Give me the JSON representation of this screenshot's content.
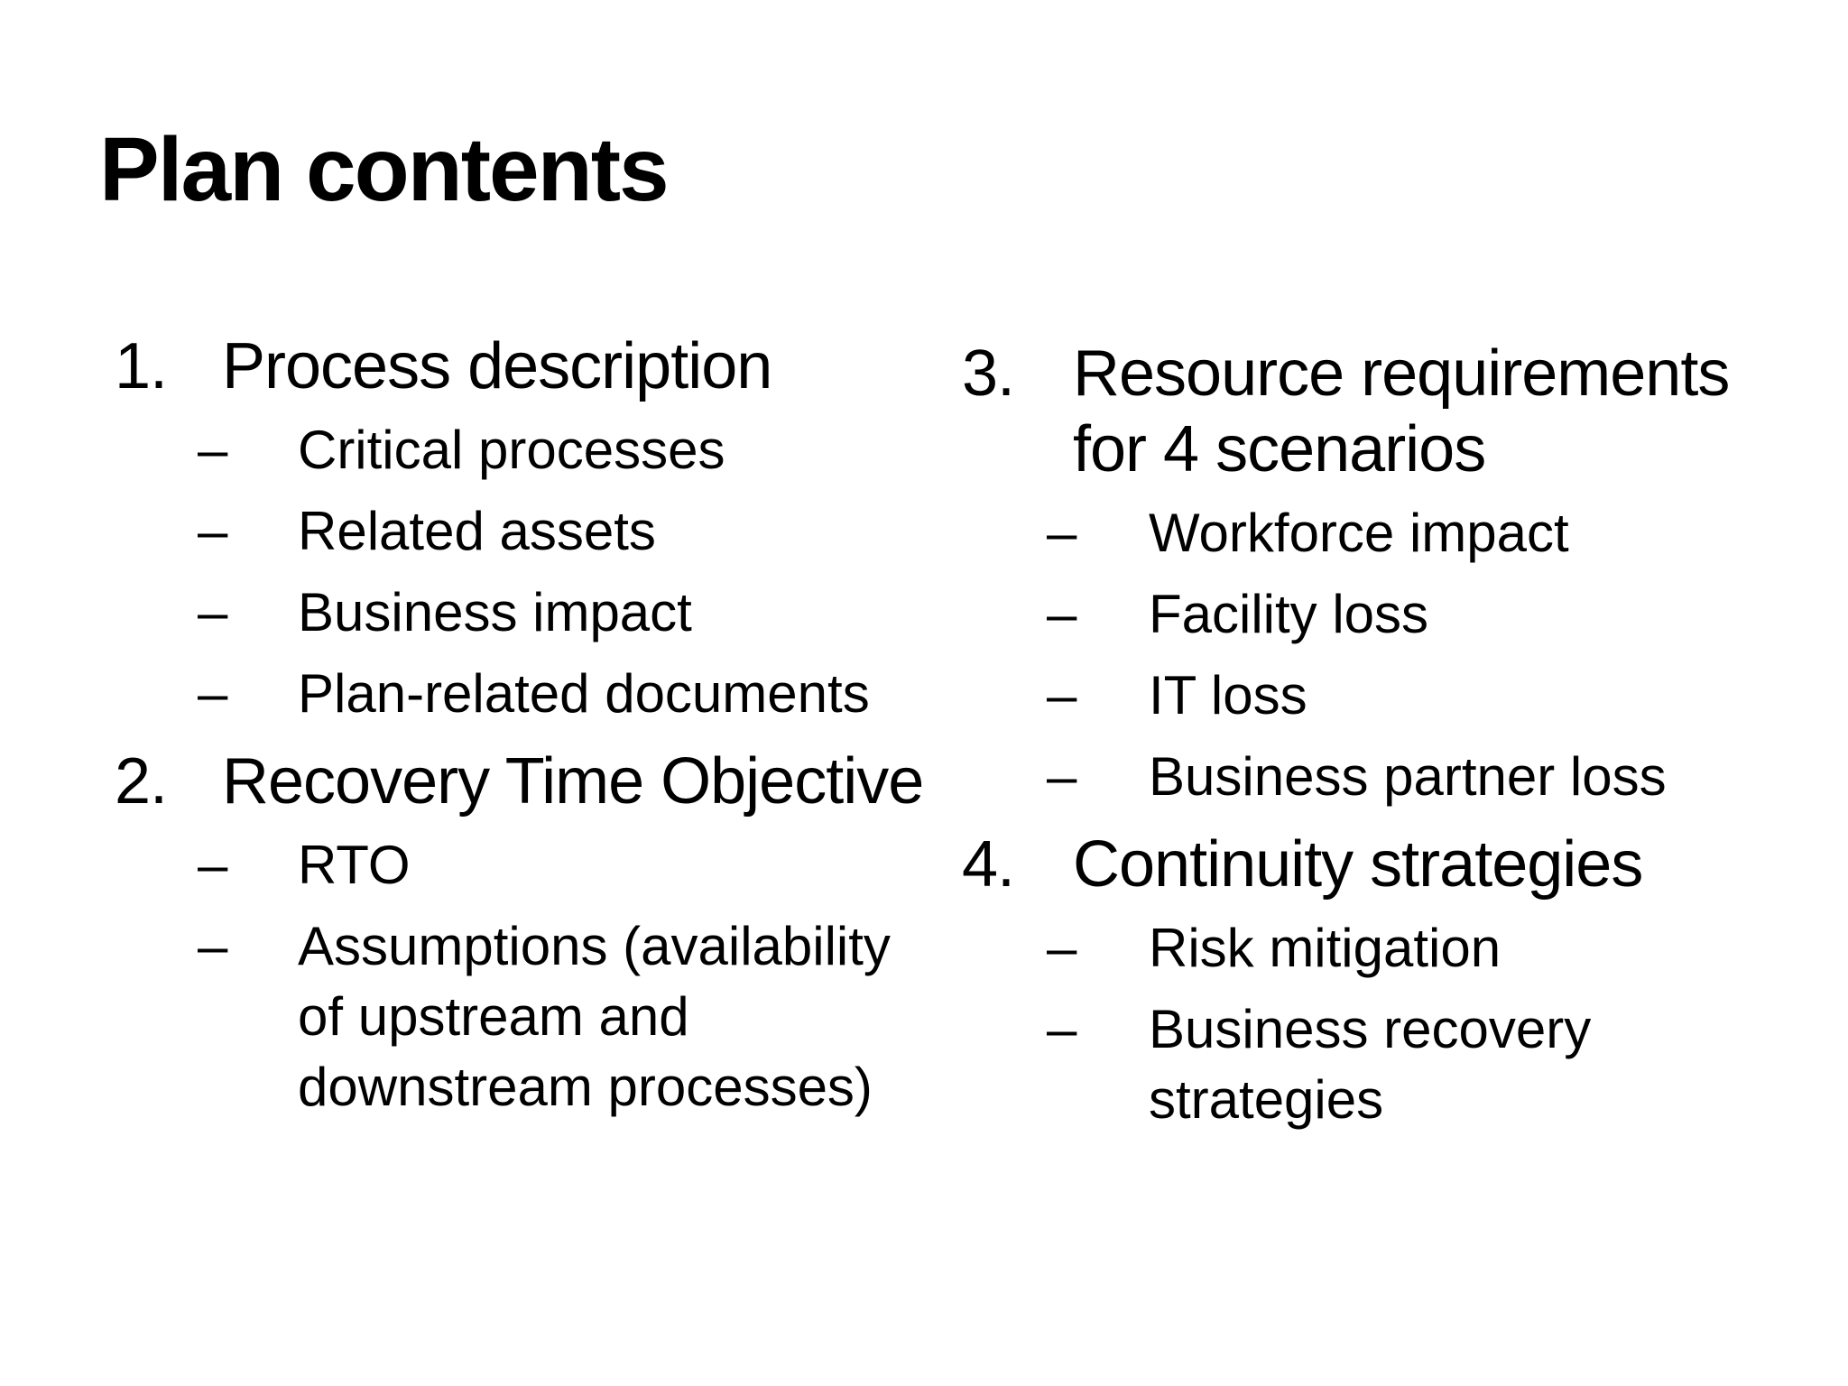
{
  "slide": {
    "title": "Plan contents",
    "bullet": "–",
    "colors": {
      "background": "#ffffff",
      "text": "#000000"
    },
    "columns": [
      {
        "items": [
          {
            "number": "1.",
            "text": "Process description",
            "subs": [
              "Critical processes",
              "Related assets",
              "Business impact",
              "Plan-related documents"
            ]
          },
          {
            "number": "2.",
            "text": "Recovery Time Objective",
            "subs": [
              "RTO",
              "Assumptions (availability of upstream and downstream processes)"
            ]
          }
        ]
      },
      {
        "items": [
          {
            "number": "3.",
            "text": "Resource requirements for 4 scenarios",
            "subs": [
              "Workforce impact",
              "Facility loss",
              "IT loss",
              "Business partner loss"
            ]
          },
          {
            "number": "4.",
            "text": "Continuity strategies",
            "subs": [
              "Risk mitigation",
              "Business recovery strategies"
            ]
          }
        ]
      }
    ]
  }
}
